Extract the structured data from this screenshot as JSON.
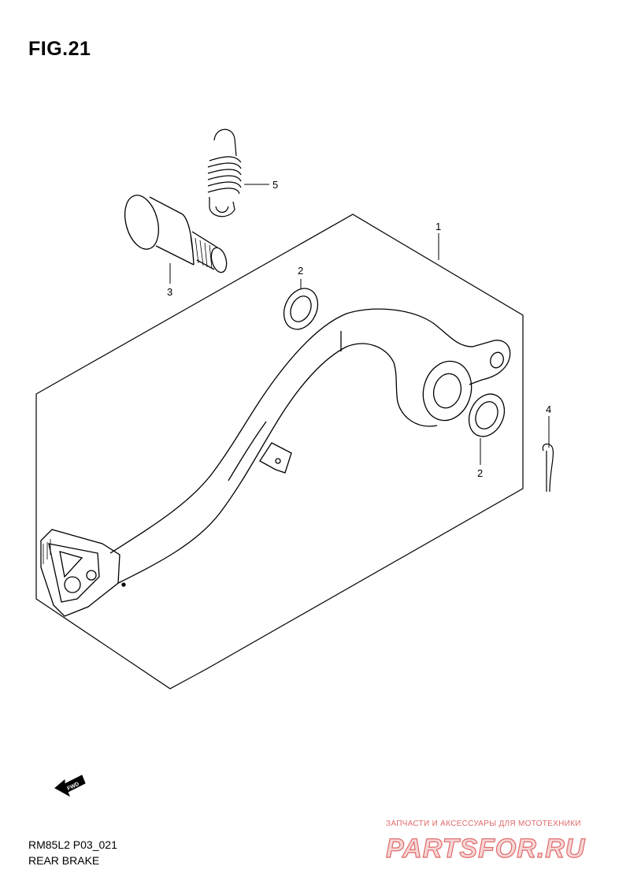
{
  "figure": {
    "title": "FIG.21"
  },
  "callouts": [
    {
      "id": "callout-1",
      "label": "1"
    },
    {
      "id": "callout-2-washer-top",
      "label": "2"
    },
    {
      "id": "callout-2-washer-bottom",
      "label": "2"
    },
    {
      "id": "callout-3",
      "label": "3"
    },
    {
      "id": "callout-4",
      "label": "4"
    },
    {
      "id": "callout-5",
      "label": "5"
    }
  ],
  "fwd_label": "FWD",
  "footer": {
    "code": "RM85L2 P03_021",
    "caption": "REAR BRAKE"
  },
  "watermark": {
    "tagline": "ЗАПЧАСТИ И АКСЕССУАРЫ ДЛЯ МОТОТЕХНИКИ",
    "logo": "PARTSFOR.RU",
    "color": "#e06a6a"
  }
}
